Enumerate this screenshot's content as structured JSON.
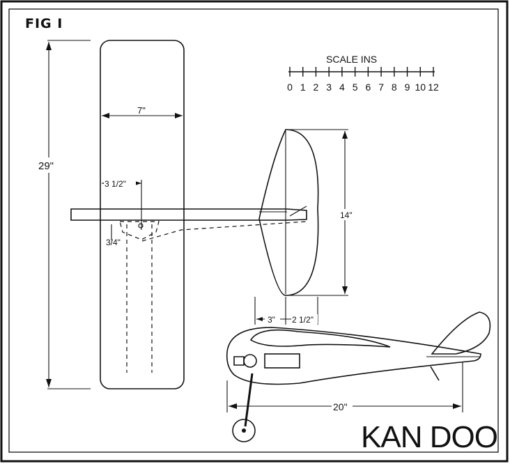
{
  "figure_label": "FIG I",
  "brand_title": "KAN DOO",
  "scale": {
    "title": "SCALE  INS",
    "ticks": [
      "0",
      "1",
      "2",
      "3",
      "4",
      "5",
      "6",
      "7",
      "8",
      "9",
      "10",
      "12"
    ]
  },
  "dimensions": {
    "wing_span": "29\"",
    "wing_chord": "7\"",
    "offset_half": "3 1/2\"",
    "offset_small": "3/4\"",
    "tail_span": "14\"",
    "tail_chord_a": "3\"",
    "tail_chord_b": "2 1/2\"",
    "fuselage_length": "20\""
  }
}
